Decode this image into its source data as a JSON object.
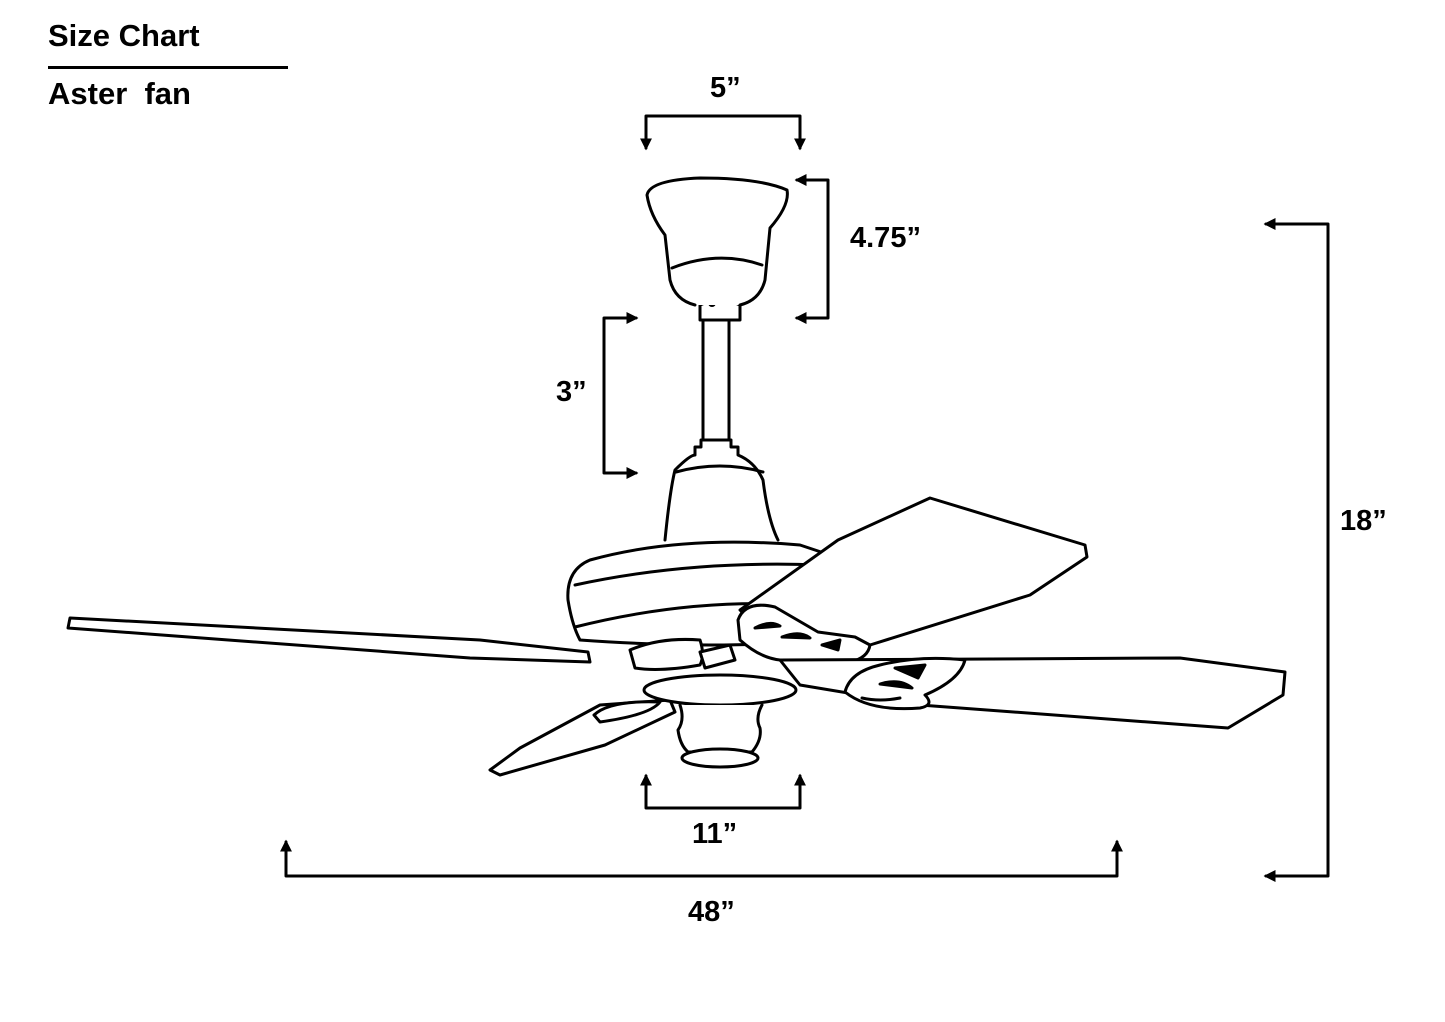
{
  "header": {
    "title": "Size Chart",
    "subtitle": "Aster  fan"
  },
  "dimensions": {
    "canopy_width": "5”",
    "canopy_height": "4.75”",
    "downrod_length": "3”",
    "light_kit_width": "11”",
    "blade_span": "48”",
    "total_height": "18”"
  },
  "colors": {
    "stroke": "#000000",
    "background": "#ffffff"
  }
}
